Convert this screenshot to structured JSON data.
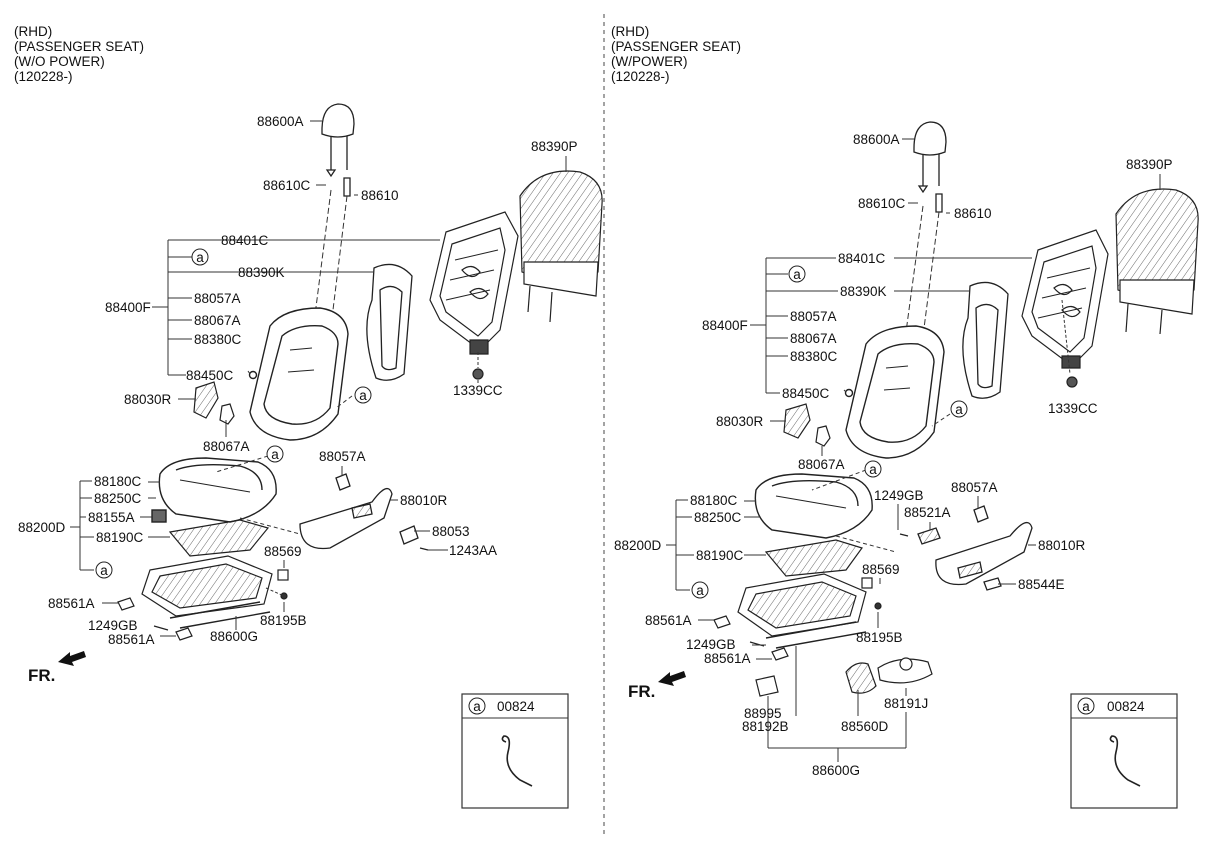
{
  "left": {
    "header": [
      "(RHD)",
      "(PASSENGER SEAT)",
      "(W/O POWER)",
      "(120228-)"
    ],
    "labels": {
      "headrest": "88600A",
      "guide_c": "88610C",
      "guide": "88610",
      "back_frame": "88401C",
      "back_pad": "88390K",
      "back_cover": "88390P",
      "back_assy": "88400F",
      "back_57": "88057A",
      "back_67": "88067A",
      "back_380": "88380C",
      "back_450": "88450C",
      "bolt_1339": "1339CC",
      "recliner_cover": "88030R",
      "hinge_67": "88067A",
      "cushion_180": "88180C",
      "cushion_250": "88250C",
      "cushion_155": "88155A",
      "cushion_assy": "88200D",
      "cushion_190": "88190C",
      "side_57": "88057A",
      "shield": "88010R",
      "part_88053": "88053",
      "screw_1243": "1243AA",
      "clip_569": "88569",
      "cover_561_a": "88561A",
      "bolt_195": "88195B",
      "screw_1249": "1249GB",
      "cover_561_b": "88561A",
      "track": "88600G"
    },
    "fr": "FR.",
    "circle_mark": "a",
    "inset_code": "00824"
  },
  "right": {
    "header": [
      "(RHD)",
      "(PASSENGER SEAT)",
      "(W/POWER)",
      "(120228-)"
    ],
    "labels": {
      "headrest": "88600A",
      "guide_c": "88610C",
      "guide": "88610",
      "back_frame": "88401C",
      "back_pad": "88390K",
      "back_cover": "88390P",
      "back_assy": "88400F",
      "back_57": "88057A",
      "back_67": "88067A",
      "back_380": "88380C",
      "back_450": "88450C",
      "bolt_1339": "1339CC",
      "recliner_cover": "88030R",
      "hinge_67": "88067A",
      "cushion_180": "88180C",
      "cushion_250": "88250C",
      "cushion_assy": "88200D",
      "cushion_190": "88190C",
      "screw_1249_top": "1249GB",
      "switch_521": "88521A",
      "side_57": "88057A",
      "shield": "88010R",
      "clip_569": "88569",
      "knob_544": "88544E",
      "cover_561_a": "88561A",
      "bolt_195": "88195B",
      "screw_1249": "1249GB",
      "cover_561_b": "88561A",
      "ecu_995": "88995",
      "harness_192": "88192B",
      "motor_560": "88560D",
      "motor_191": "88191J",
      "track": "88600G"
    },
    "fr": "FR.",
    "circle_mark": "a",
    "inset_code": "00824"
  }
}
